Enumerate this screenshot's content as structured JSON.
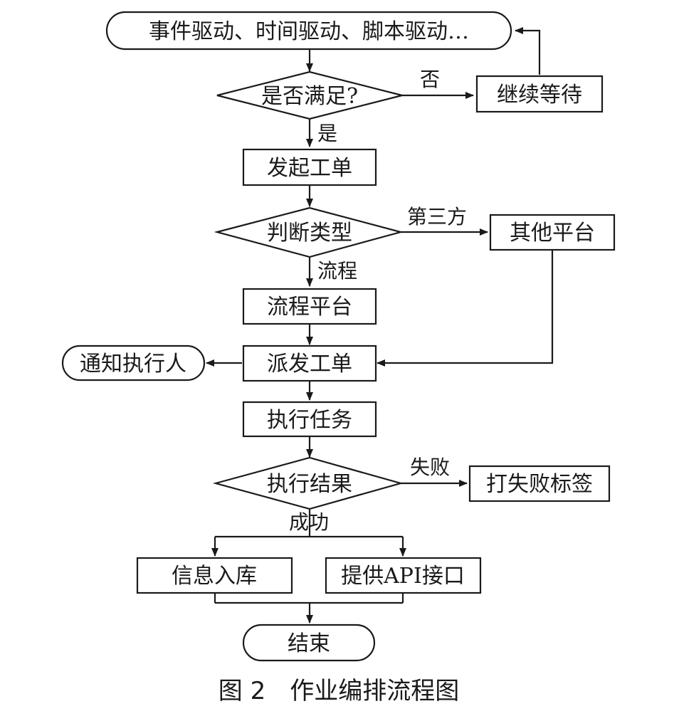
{
  "nodes": {
    "start": "事件驱动、时间驱动、脚本驱动…",
    "decision_satisfied": "是否满足?",
    "keep_waiting": "继续等待",
    "create_ticket": "发起工单",
    "judge_type": "判断类型",
    "other_platform": "其他平台",
    "process_platform": "流程平台",
    "dispatch_ticket": "派发工单",
    "notify_executor": "通知执行人",
    "execute_task": "执行任务",
    "execution_result": "执行结果",
    "mark_failure_tag": "打失败标签",
    "store_info": "信息入库",
    "provide_api": "提供API接口",
    "end": "结束"
  },
  "edge_labels": {
    "no": "否",
    "yes": "是",
    "third_party": "第三方",
    "process": "流程",
    "failure": "失败",
    "success": "成功"
  },
  "caption": "图 2　作业编排流程图"
}
